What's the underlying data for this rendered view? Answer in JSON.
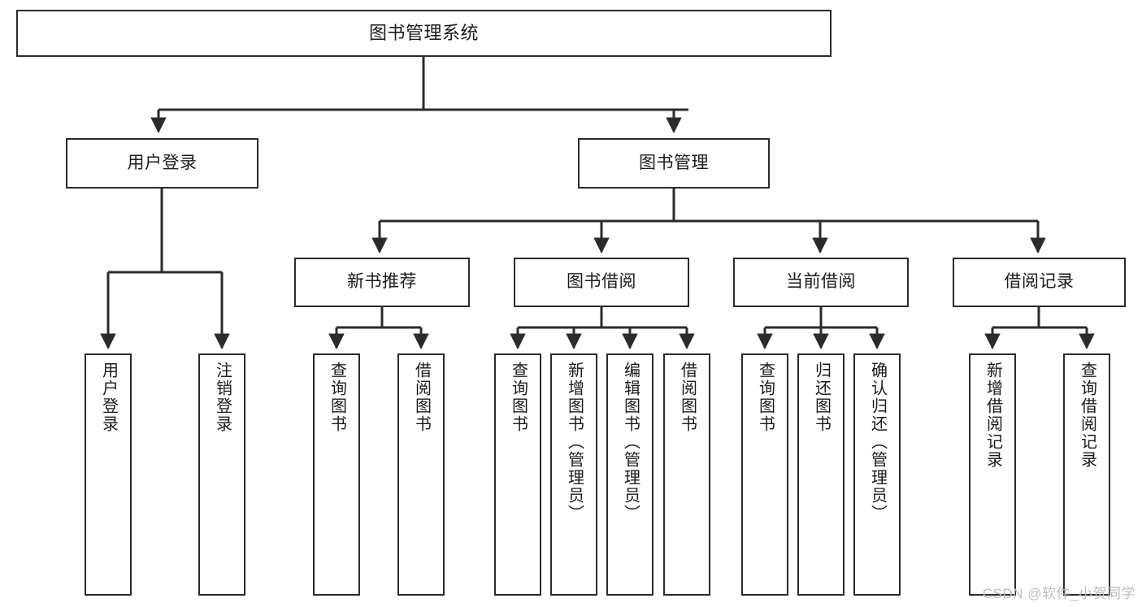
{
  "diagram": {
    "title": "图书管理系统",
    "type": "hierarchy-tree",
    "colors": {
      "box_border": "#2b2b2b",
      "box_fill": "#ffffff",
      "connector": "#2b2b2b",
      "text": "#1b1b1b",
      "watermark": "#bcbcbc"
    },
    "root": {
      "label": "图书管理系统"
    },
    "level2": [
      {
        "label": "用户登录"
      },
      {
        "label": "图书管理"
      }
    ],
    "level3": [
      {
        "label": "新书推荐"
      },
      {
        "label": "图书借阅"
      },
      {
        "label": "当前借阅"
      },
      {
        "label": "借阅记录"
      }
    ],
    "leaves": {
      "user_login": [
        {
          "label": "用户登录"
        },
        {
          "label": "注销登录"
        }
      ],
      "new_book_recommend": [
        {
          "label": "查询图书"
        },
        {
          "label": "借阅图书"
        }
      ],
      "book_borrow": [
        {
          "label": "查询图书"
        },
        {
          "label": "新增图书（管理员）"
        },
        {
          "label": "编辑图书（管理员）"
        },
        {
          "label": "借阅图书"
        }
      ],
      "current_borrow": [
        {
          "label": "查询图书"
        },
        {
          "label": "归还图书"
        },
        {
          "label": "确认归还（管理员）"
        }
      ],
      "borrow_record": [
        {
          "label": "新增借阅记录"
        },
        {
          "label": "查询借阅记录"
        }
      ]
    }
  },
  "watermark": {
    "text": "CSDN @软件_小贺同学"
  }
}
